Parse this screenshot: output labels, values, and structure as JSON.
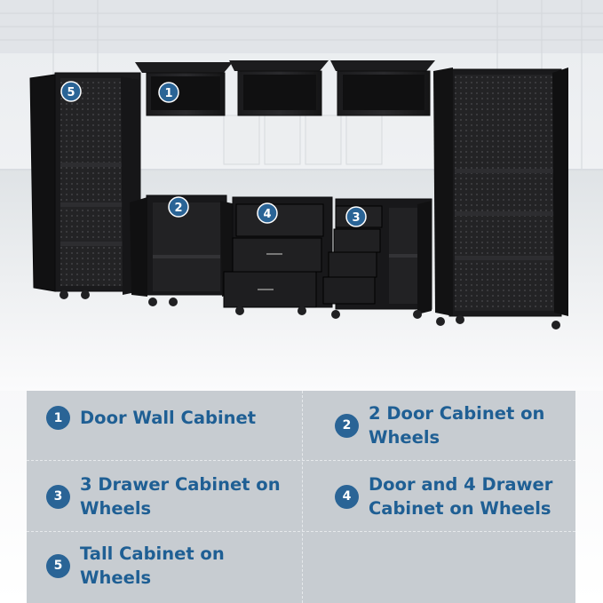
{
  "photo": {
    "callouts": [
      "5",
      "1",
      "2",
      "4",
      "3"
    ]
  },
  "legend": {
    "items": [
      {
        "num": "1",
        "label": "Door Wall Cabinet"
      },
      {
        "num": "2",
        "label": "2 Door Cabinet on Wheels"
      },
      {
        "num": "3",
        "label": "3 Drawer Cabinet on Wheels"
      },
      {
        "num": "4",
        "label": "Door and 4 Drawer Cabinet on Wheels"
      },
      {
        "num": "5",
        "label": "Tall Cabinet on Wheels"
      }
    ]
  },
  "colors": {
    "badge": "#2a6496",
    "label_text": "#1f5f94",
    "panel": "#c7ccd1"
  }
}
